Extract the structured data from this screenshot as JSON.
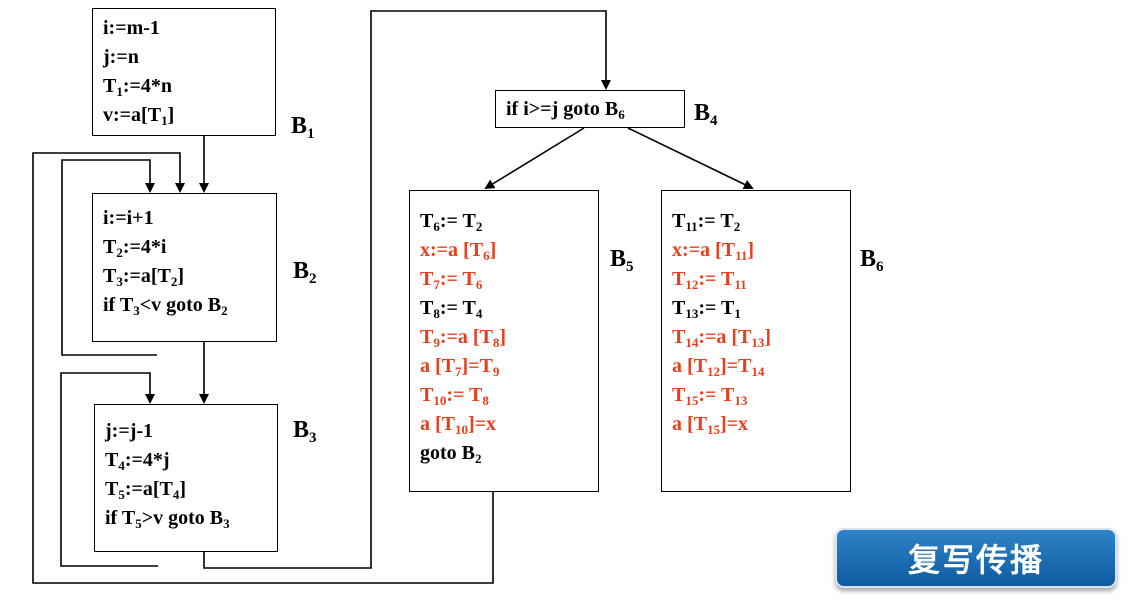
{
  "blocks": {
    "b1": {
      "label": {
        "main": "B",
        "sub": "1"
      },
      "lines": [
        {
          "color": "black",
          "parts": [
            {
              "t": "i:=m-1"
            }
          ]
        },
        {
          "color": "black",
          "parts": [
            {
              "t": "j:=n"
            }
          ]
        },
        {
          "color": "black",
          "parts": [
            {
              "t": "T"
            },
            {
              "sub": "1"
            },
            {
              "t": ":=4*n"
            }
          ]
        },
        {
          "color": "black",
          "parts": [
            {
              "t": "v:=a[T"
            },
            {
              "sub": "1"
            },
            {
              "t": "]"
            }
          ]
        }
      ]
    },
    "b2": {
      "label": {
        "main": "B",
        "sub": "2"
      },
      "lines": [
        {
          "color": "black",
          "parts": [
            {
              "t": "i:=i+1"
            }
          ]
        },
        {
          "color": "black",
          "parts": [
            {
              "t": "T"
            },
            {
              "sub": "2"
            },
            {
              "t": ":=4*i"
            }
          ]
        },
        {
          "color": "black",
          "parts": [
            {
              "t": "T"
            },
            {
              "sub": "3"
            },
            {
              "t": ":=a[T"
            },
            {
              "sub": "2"
            },
            {
              "t": "]"
            }
          ]
        },
        {
          "color": "black",
          "parts": [
            {
              "t": "if T"
            },
            {
              "sub": "3"
            },
            {
              "t": "<v goto B"
            },
            {
              "sub": "2"
            }
          ]
        }
      ]
    },
    "b3": {
      "label": {
        "main": "B",
        "sub": "3"
      },
      "lines": [
        {
          "color": "black",
          "parts": [
            {
              "t": "j:=j-1"
            }
          ]
        },
        {
          "color": "black",
          "parts": [
            {
              "t": "T"
            },
            {
              "sub": "4"
            },
            {
              "t": ":=4*j"
            }
          ]
        },
        {
          "color": "black",
          "parts": [
            {
              "t": "T"
            },
            {
              "sub": "5"
            },
            {
              "t": ":=a[T"
            },
            {
              "sub": "4"
            },
            {
              "t": "]"
            }
          ]
        },
        {
          "color": "black",
          "parts": [
            {
              "t": "if T"
            },
            {
              "sub": "5"
            },
            {
              "t": ">v goto B"
            },
            {
              "sub": "3"
            }
          ]
        }
      ]
    },
    "b4": {
      "label": {
        "main": "B",
        "sub": "4"
      },
      "lines": [
        {
          "color": "black",
          "parts": [
            {
              "t": "if i>=j goto B"
            },
            {
              "sub": "6"
            }
          ]
        }
      ]
    },
    "b5": {
      "label": {
        "main": "B",
        "sub": "5"
      },
      "lines": [
        {
          "color": "black",
          "parts": [
            {
              "t": "T"
            },
            {
              "sub": "6"
            },
            {
              "t": ":= T"
            },
            {
              "sub": "2"
            }
          ]
        },
        {
          "color": "red",
          "parts": [
            {
              "t": "x:=a [T"
            },
            {
              "sub": "6"
            },
            {
              "t": "]"
            }
          ]
        },
        {
          "color": "red",
          "parts": [
            {
              "t": "T"
            },
            {
              "sub": "7"
            },
            {
              "t": ":= T"
            },
            {
              "sub": "6"
            }
          ]
        },
        {
          "color": "black",
          "parts": [
            {
              "t": "T"
            },
            {
              "sub": "8"
            },
            {
              "t": ":= T"
            },
            {
              "sub": "4"
            }
          ]
        },
        {
          "color": "red",
          "parts": [
            {
              "t": "T"
            },
            {
              "sub": "9"
            },
            {
              "t": ":=a [T"
            },
            {
              "sub": "8"
            },
            {
              "t": "]"
            }
          ]
        },
        {
          "color": "red",
          "parts": [
            {
              "t": "a [T"
            },
            {
              "sub": "7"
            },
            {
              "t": "]=T"
            },
            {
              "sub": "9"
            }
          ]
        },
        {
          "color": "red",
          "parts": [
            {
              "t": "T"
            },
            {
              "sub": "10"
            },
            {
              "t": ":= T"
            },
            {
              "sub": "8"
            }
          ]
        },
        {
          "color": "red",
          "parts": [
            {
              "t": "a [T"
            },
            {
              "sub": "10"
            },
            {
              "t": "]=x"
            }
          ]
        },
        {
          "color": "black",
          "parts": [
            {
              "t": "goto B"
            },
            {
              "sub": "2"
            }
          ]
        }
      ]
    },
    "b6": {
      "label": {
        "main": "B",
        "sub": "6"
      },
      "lines": [
        {
          "color": "black",
          "parts": [
            {
              "t": "T"
            },
            {
              "sub": "11"
            },
            {
              "t": ":= T"
            },
            {
              "sub": "2"
            }
          ]
        },
        {
          "color": "red",
          "parts": [
            {
              "t": "x:=a [T"
            },
            {
              "sub": "11"
            },
            {
              "t": "]"
            }
          ]
        },
        {
          "color": "red",
          "parts": [
            {
              "t": "T"
            },
            {
              "sub": "12"
            },
            {
              "t": ":= T"
            },
            {
              "sub": "11"
            }
          ]
        },
        {
          "color": "black",
          "parts": [
            {
              "t": "T"
            },
            {
              "sub": "13"
            },
            {
              "t": ":= T"
            },
            {
              "sub": "1"
            }
          ]
        },
        {
          "color": "red",
          "parts": [
            {
              "t": "T"
            },
            {
              "sub": "14"
            },
            {
              "t": ":=a [T"
            },
            {
              "sub": "13"
            },
            {
              "t": "]"
            }
          ]
        },
        {
          "color": "red",
          "parts": [
            {
              "t": "a [T"
            },
            {
              "sub": "12"
            },
            {
              "t": "]=T"
            },
            {
              "sub": "14"
            }
          ]
        },
        {
          "color": "red",
          "parts": [
            {
              "t": "T"
            },
            {
              "sub": "15"
            },
            {
              "t": ":= T"
            },
            {
              "sub": "13"
            }
          ]
        },
        {
          "color": "red",
          "parts": [
            {
              "t": "a [T"
            },
            {
              "sub": "15"
            },
            {
              "t": "]=x"
            }
          ]
        }
      ]
    }
  },
  "badge": {
    "text": "复写传播"
  },
  "colors": {
    "highlight": "#e8401c",
    "badge_top": "#2f83c8",
    "badge_bottom": "#0f5aa0"
  }
}
